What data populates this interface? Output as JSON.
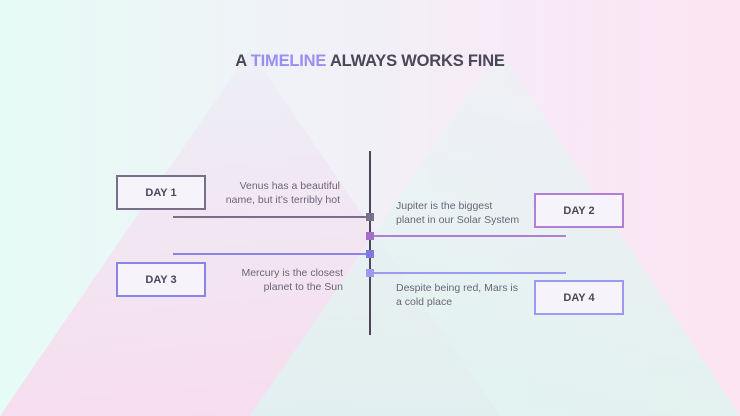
{
  "slide": {
    "title": {
      "prefix": "A ",
      "highlight": "TIMELINE",
      "suffix": " ALWAYS WORKS FINE"
    },
    "colors": {
      "highlight": "#9b8ef0",
      "axis": "#4b4658",
      "day1": "#7a6f8a",
      "day2": "#b27fd6",
      "day3": "#8b84e6",
      "day4": "#9c9af0"
    },
    "events": [
      {
        "day": "DAY 1",
        "line1": "Venus has a beautiful",
        "line2": "name, but it’s terribly hot"
      },
      {
        "day": "DAY 2",
        "line1": "Jupiter is the biggest",
        "line2": "planet in our Solar System"
      },
      {
        "day": "DAY 3",
        "line1": "Mercury is the closest",
        "line2": "planet to the Sun"
      },
      {
        "day": "DAY 4",
        "line1": "Despite being red, Mars is",
        "line2": "a cold place"
      }
    ]
  }
}
